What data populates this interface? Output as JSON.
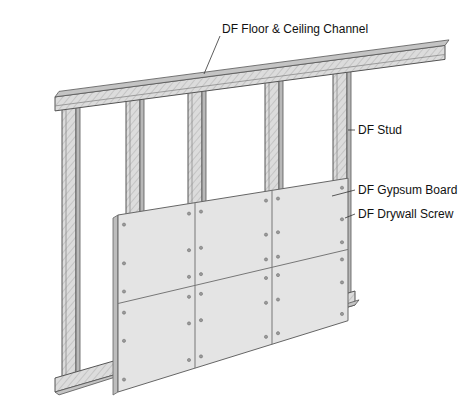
{
  "diagram": {
    "labels": [
      "DF Floor & Ceiling Channel",
      "DF Stud",
      "DF Gypsum Board",
      "DF Drywall Screw"
    ]
  }
}
